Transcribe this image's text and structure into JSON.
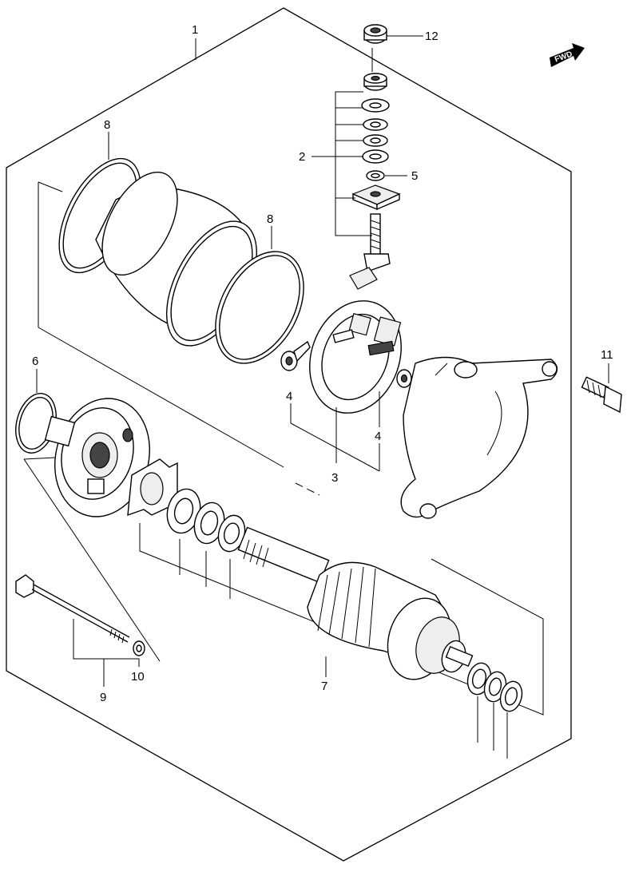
{
  "diagram": {
    "fwd_label": "FWD",
    "callouts": {
      "c1": "1",
      "c2": "2",
      "c3": "3",
      "c4a": "4",
      "c4b": "4",
      "c5": "5",
      "c6": "6",
      "c7": "7",
      "c8a": "8",
      "c8b": "8",
      "c9": "9",
      "c10": "10",
      "c11": "11",
      "c12": "12"
    }
  }
}
